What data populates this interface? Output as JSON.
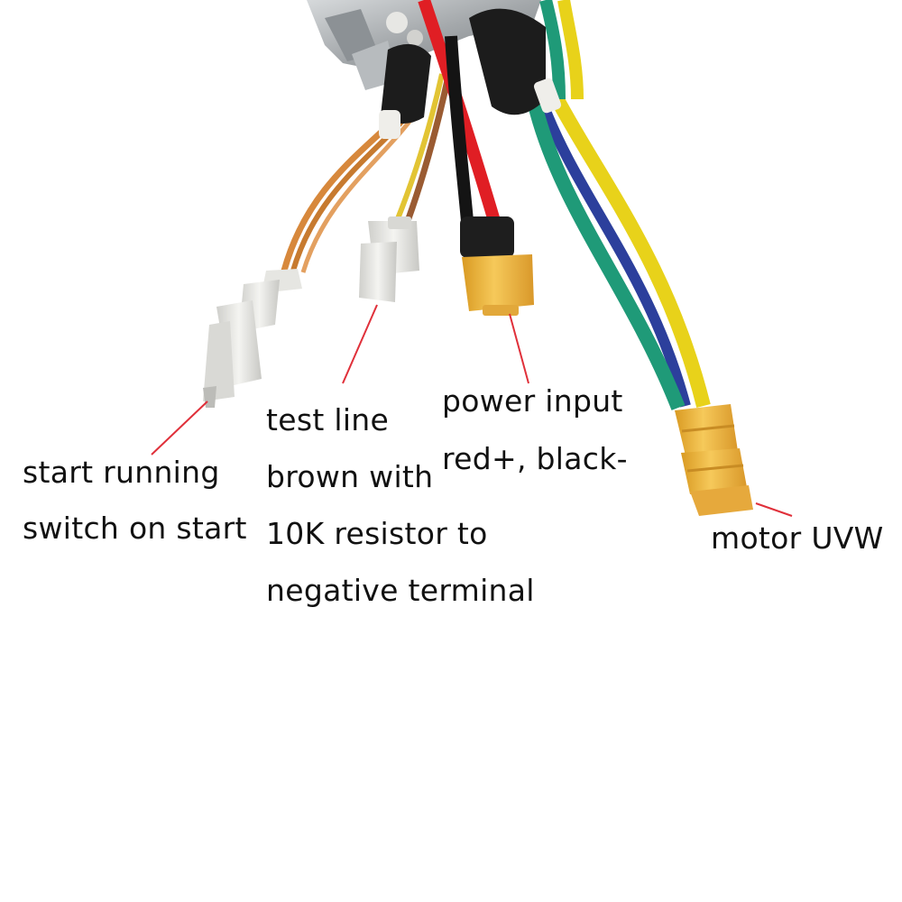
{
  "labels": {
    "start": [
      "start running",
      "switch on start"
    ],
    "test": [
      "test line",
      "brown with",
      "10K resistor to",
      "negative terminal"
    ],
    "power": [
      "power input",
      "red+, black-"
    ],
    "motor": [
      "motor UVW"
    ]
  },
  "colors": {
    "pointer": "#e0303a",
    "wire_red": "#e01e24",
    "wire_black": "#141414",
    "wire_yellow": "#e8d21a",
    "wire_green": "#1f9a78",
    "wire_blue": "#2c3f9c",
    "wire_orange": "#d7883c",
    "connector_yellow": "#f0b83a",
    "connector_white": "#e8e8e4",
    "sleeve_black": "#1c1c1c",
    "housing_metal": "#a9adb0"
  },
  "icons": [
    "controller-housing",
    "jst-start-connector",
    "test-line-connector",
    "xt60-power-connector",
    "mr30-motor-connector"
  ]
}
